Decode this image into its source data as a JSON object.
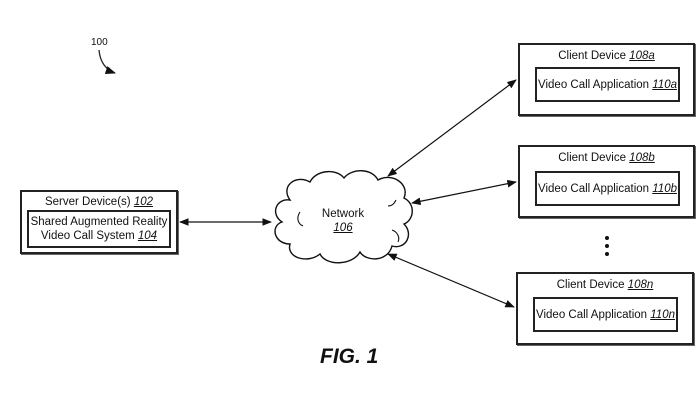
{
  "figure": {
    "ref_number": "100",
    "caption": "FIG. 1"
  },
  "server": {
    "title": "Server Device(s)",
    "ref": "102",
    "system_line1": "Shared Augmented Reality",
    "system_line2": "Video Call System",
    "system_ref": "104"
  },
  "network": {
    "label": "Network",
    "ref": "106"
  },
  "clients": [
    {
      "title": "Client Device",
      "ref": "108a",
      "app": "Video Call Application",
      "app_ref": "110a"
    },
    {
      "title": "Client Device",
      "ref": "108b",
      "app": "Video Call Application",
      "app_ref": "110b"
    },
    {
      "title": "Client Device",
      "ref": "108n",
      "app": "Video Call Application",
      "app_ref": "110n"
    }
  ],
  "ellipsis": "⋮"
}
